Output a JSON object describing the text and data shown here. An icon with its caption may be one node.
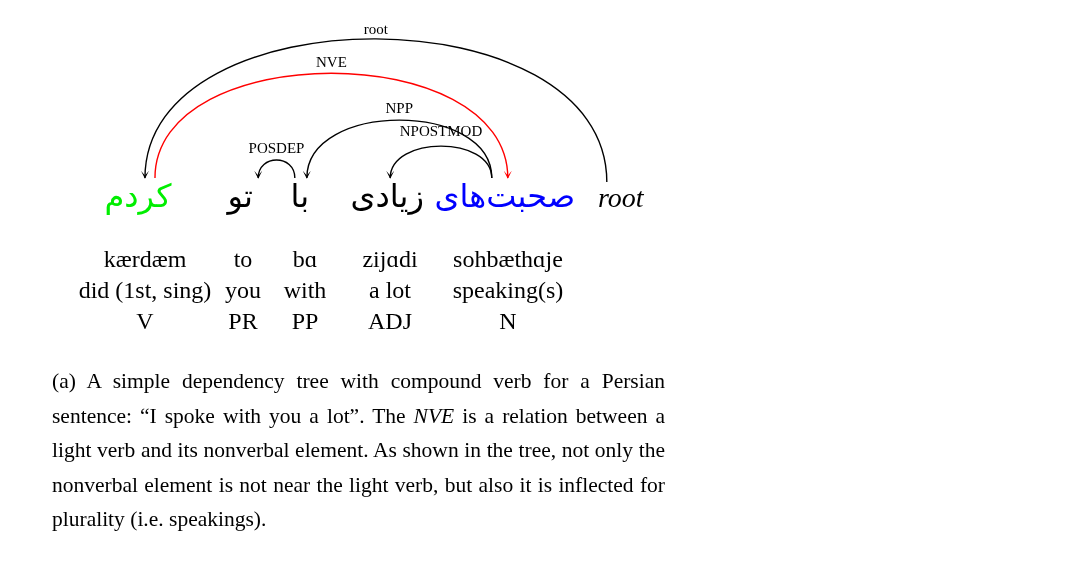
{
  "diagram": {
    "caption": "(a) A simple dependency tree with compound verb for a Persian sentence: “I spoke with you a lot”. The *NVE* is a relation between a light verb and its nonverbal element. As shown in the tree, not only the nonverbal element is not near the light verb, but also it is inflected for plurality (i.e. speakings).",
    "nodes": [
      {
        "text": [
          "کردم"
        ],
        "beside": [
          "kærdæm",
          "did (1st, sing)",
          "V"
        ]
      },
      {
        "text": [
          "تو"
        ],
        "beside": [
          "to",
          "you",
          "PR"
        ]
      },
      {
        "text": [
          "با"
        ],
        "beside": [
          "bɑ",
          "with",
          "PP"
        ]
      },
      {
        "text": [
          "زیادی"
        ],
        "beside": [
          "zijɑdi",
          "a lot",
          "ADJ"
        ]
      },
      {
        "text": [
          "صحبت‌های"
        ],
        "beside": [
          "sohbæthɑje",
          "speaking(s)",
          "N"
        ]
      },
      {
        "text": [
          "root"
        ]
      }
    ],
    "edges": [
      {
        "from": 5,
        "to": 0,
        "arrow": "to",
        "label": "root"
      },
      {
        "from": 0,
        "to": 4,
        "arrow": "to",
        "label": "NVE",
        "color": "#ff0000"
      },
      {
        "from": 4,
        "to": 2,
        "arrow": "to",
        "label": "NPP"
      },
      {
        "from": 4,
        "to": 3,
        "arrow": "to",
        "label": "NPOSTMOD"
      },
      {
        "from": 2,
        "to": 1,
        "arrow": "to",
        "label": "POSDEP"
      }
    ]
  }
}
